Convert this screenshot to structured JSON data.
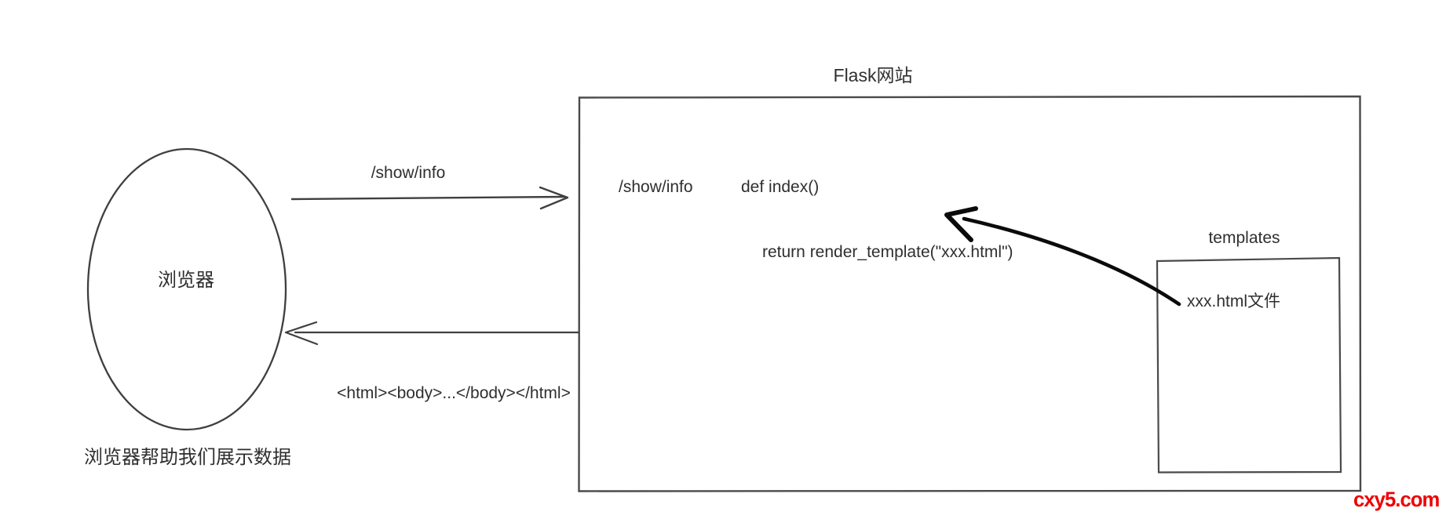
{
  "page": {
    "background": "#ffffff"
  },
  "browser": {
    "label": "浏览器",
    "caption": "浏览器帮助我们展示数据"
  },
  "request_arrow": {
    "label": "/show/info",
    "direction": "left-to-right"
  },
  "response_arrow": {
    "label": "<html><body>...</body></html>",
    "direction": "right-to-left"
  },
  "flask": {
    "title": "Flask网站",
    "route": "/show/info",
    "handler": "def index()",
    "return_statement": "return render_template(\"xxx.html\")"
  },
  "templates": {
    "title": "templates",
    "file_label": "xxx.html文件"
  },
  "watermark": {
    "text": "cxy5.com",
    "color": "#ee0000"
  },
  "colors": {
    "stroke": "#3f3f3f",
    "text": "#2f2f2f",
    "bold_arrow": "#0b0b0b"
  }
}
